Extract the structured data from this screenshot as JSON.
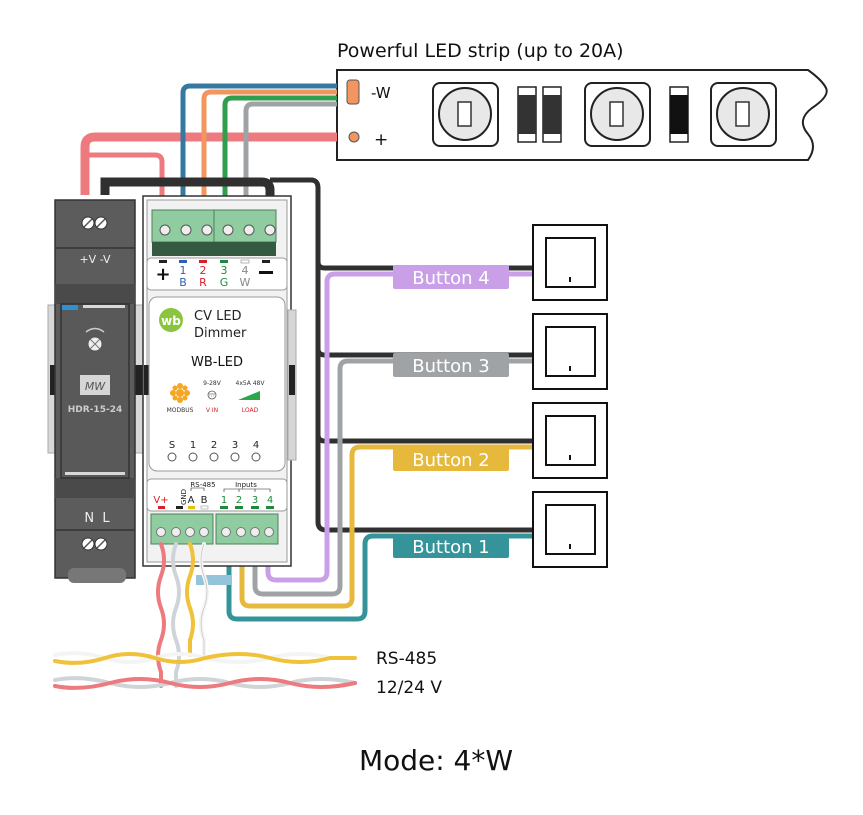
{
  "title": "Mode: 4*W",
  "led_strip": {
    "label": "Powerful LED strip (up to 20A)",
    "terminals": [
      "-W",
      "+"
    ]
  },
  "power_supply": {
    "brand_logo": "MW",
    "model": "HDR-15-24",
    "output_label": "+V -V",
    "input_labels": "N  L"
  },
  "dimmer": {
    "logo_text": "wb",
    "name_line1": "CV LED",
    "name_line2": "Dimmer",
    "model": "WB-LED",
    "modbus_label": "MODBUS",
    "vin_rating": "9-28V",
    "vin_label": "V IN",
    "load_rating": "4x5A 48V",
    "load_label": "LOAD",
    "leds": [
      "S",
      "1",
      "2",
      "3",
      "4"
    ],
    "top_terminals": [
      {
        "num": "+",
        "letter": "",
        "marker": "#222222"
      },
      {
        "num": "1",
        "letter": "B",
        "marker": "#2f5fb0"
      },
      {
        "num": "2",
        "letter": "R",
        "marker": "#d9202a"
      },
      {
        "num": "3",
        "letter": "G",
        "marker": "#1f8a3c"
      },
      {
        "num": "4",
        "letter": "W",
        "marker": "#ffffff"
      },
      {
        "num": "−",
        "letter": "",
        "marker": "#222222"
      }
    ],
    "bottom_terminals": {
      "vplus": "V+",
      "gnd": "GND",
      "rs485_label": "RS-485",
      "a": "A",
      "b": "B",
      "inputs_label": "Inputs",
      "inputs": [
        "1",
        "2",
        "3",
        "4"
      ]
    }
  },
  "buttons": [
    {
      "label": "Button 4",
      "color": "#c9a0e8"
    },
    {
      "label": "Button 3",
      "color": "#a0a3a6"
    },
    {
      "label": "Button 2",
      "color": "#e6b93c"
    },
    {
      "label": "Button 1",
      "color": "#35949a"
    }
  ],
  "cables": {
    "rs485": "RS-485",
    "power": "12/24 V"
  },
  "colors": {
    "wire_red": "#ec7a7e",
    "wire_blue": "#3578a0",
    "wire_orange": "#f3955e",
    "wire_green": "#2f9e4d",
    "wire_gray": "#a0a3a6",
    "wire_black": "#303030",
    "terminal_green": "#8fcca0",
    "psu_body": "#5c5c5c",
    "wb_green": "#8bc53f"
  }
}
